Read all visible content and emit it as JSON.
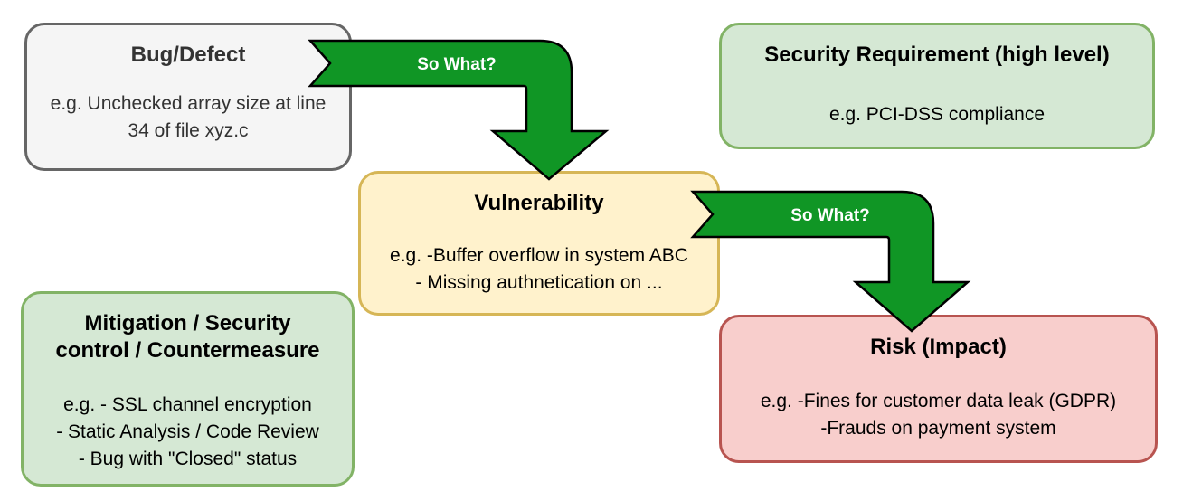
{
  "colors": {
    "arrow_fill": "#109625",
    "arrow_stroke": "#000000",
    "bug_fill": "#f5f5f5",
    "bug_stroke": "#666666",
    "green_fill": "#d5e8d4",
    "green_stroke": "#82b366",
    "yellow_fill": "#fff2cc",
    "yellow_stroke": "#d6b656",
    "red_fill": "#f8cecc",
    "red_stroke": "#b85450"
  },
  "nodes": {
    "bug": {
      "title": "Bug/Defect",
      "lines": [
        "e.g. Unchecked array size at line",
        "34 of file xyz.c"
      ]
    },
    "security_requirement": {
      "title": "Security Requirement (high level)",
      "lines": [
        "e.g. PCI-DSS compliance"
      ]
    },
    "vulnerability": {
      "title": "Vulnerability",
      "lines": [
        "e.g. -Buffer overflow in system ABC",
        "- Missing authnetication on ..."
      ]
    },
    "mitigation": {
      "title_lines": [
        "Mitigation / Security",
        "control / Countermeasure"
      ],
      "lines": [
        "e.g. - SSL channel encryption",
        "- Static Analysis / Code Review",
        "- Bug with \"Closed\" status"
      ]
    },
    "risk": {
      "title": "Risk (Impact)",
      "lines": [
        "e.g. -Fines for customer data leak (GDPR)",
        "-Frauds on payment system"
      ]
    }
  },
  "edges": [
    {
      "from": "Bug/Defect",
      "to": "Vulnerability",
      "label": "So What?"
    },
    {
      "from": "Vulnerability",
      "to": "Risk (Impact)",
      "label": "So What?"
    }
  ]
}
